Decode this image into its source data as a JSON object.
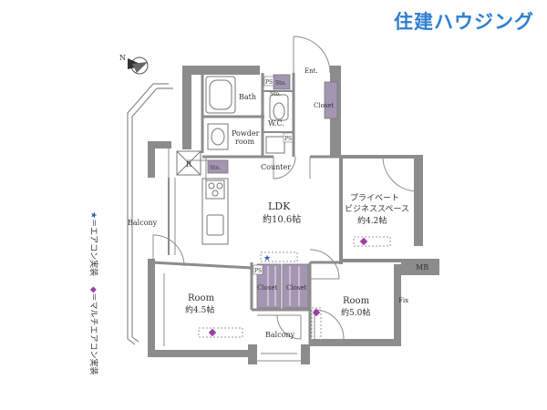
{
  "logo_text": "住建ハウジング",
  "compass_letter": "N",
  "colors": {
    "logo": "#2f7fcf",
    "wall": "#8c8c8c",
    "closet": "#a495b3",
    "marker": "#9b3fa6",
    "star": "#2a5fb0"
  },
  "rooms": {
    "ldk": {
      "name": "LDK",
      "size": "約10.6帖"
    },
    "business": {
      "line1": "プライベート",
      "line2": "ビジネススペース",
      "size": "約4.2帖"
    },
    "room_left": {
      "name": "Room",
      "size": "約4.5帖"
    },
    "room_right": {
      "name": "Room",
      "size": "約5.0帖"
    },
    "bath": "Bath",
    "wc": "W.C.",
    "powder": {
      "line1": "Powder",
      "line2": "room"
    },
    "balcony_side": "Balcony",
    "balcony_bottom": "Balcony",
    "entrance": "Ent.",
    "counter": "Counter",
    "closet_entry": "Closet",
    "closet_left": "Closet",
    "closet_right": "Closet",
    "mb": "MB",
    "fix": "Fix",
    "refrigerator": "R"
  },
  "tags": {
    "ps": "PS",
    "sto": "Sto."
  },
  "legend": {
    "star_mark": "★",
    "star_text": "＝エアコン実装",
    "diamond_mark": "◆",
    "diamond_text": "＝マルチエアコン実装"
  }
}
